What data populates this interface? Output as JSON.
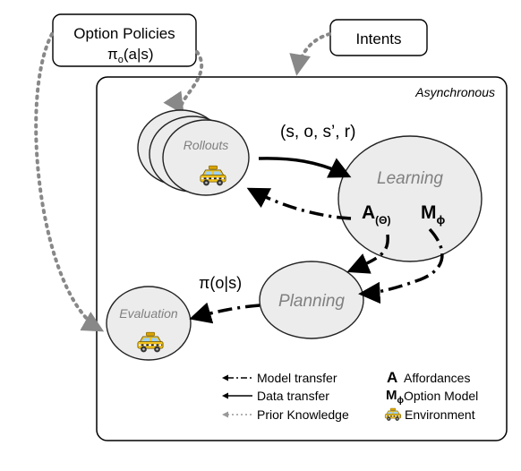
{
  "boxes": {
    "option_policies": {
      "line1": "Option Policies",
      "line2_base": "π",
      "line2_sub": "o",
      "line2_rest": "(a|s)"
    },
    "intents": {
      "label": "Intents"
    }
  },
  "frame": {
    "label": "Asynchronous"
  },
  "nodes": {
    "rollouts": {
      "label": "Rollouts"
    },
    "learning": {
      "label": "Learning",
      "affordance": "A",
      "affordance_sub": "(Θ)",
      "model": "M",
      "model_sub": "ϕ"
    },
    "planning": {
      "label": "Planning"
    },
    "evaluation": {
      "label": "Evaluation"
    }
  },
  "edge_labels": {
    "transition": "(s, o, s’, r)",
    "policy": "π(o|s)"
  },
  "legend": {
    "model_transfer": "Model transfer",
    "data_transfer": "Data transfer",
    "prior_knowledge": "Prior Knowledge",
    "affordances_symbol": "A",
    "affordances": "Affordances",
    "option_model_symbol": "M",
    "option_model_sub": "ϕ",
    "option_model": "Option Model",
    "environment": "Environment"
  },
  "colors": {
    "node_fill": "#ececec",
    "node_stroke": "#222222",
    "node_label": "#808080",
    "prior_arrow": "#888888",
    "taxi": "#f2c21a"
  },
  "icons": {
    "environment": "taxi-icon"
  }
}
